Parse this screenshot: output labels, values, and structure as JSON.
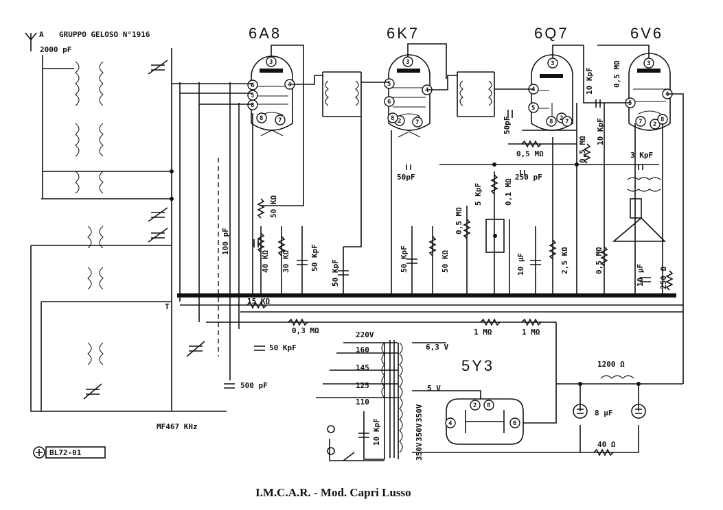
{
  "title": "I.M.C.A.R. - Mod. Capri Lusso",
  "header_note": "GRUPPO GELOSO N°1916",
  "antenna_label": "A",
  "tubes": [
    {
      "id": "tube-6a8",
      "label": "6A8",
      "pins": [
        "3",
        "4",
        "6",
        "5",
        "8",
        "7"
      ]
    },
    {
      "id": "tube-6k7",
      "label": "6K7",
      "pins": [
        "3",
        "5",
        "4",
        "6",
        "2",
        "7",
        "8"
      ]
    },
    {
      "id": "tube-6q7",
      "label": "6Q7",
      "pins": [
        "3",
        "4",
        "5",
        "8",
        "2",
        "7"
      ]
    },
    {
      "id": "tube-6v6",
      "label": "6V6",
      "pins": [
        "3",
        "4",
        "5",
        "7",
        "2",
        "8"
      ]
    },
    {
      "id": "tube-5y3",
      "label": "5Y3",
      "pins": [
        "2",
        "8",
        "4",
        "6"
      ]
    }
  ],
  "components": {
    "c_2000pf": "2000 pF",
    "r_50k_a": "50 KΩ",
    "c_100pf": "100 pF",
    "r_40k": "40 KΩ",
    "r_30k": "30 KΩ",
    "c_50kpf_a": "50 KpF",
    "c_50kpf_b": "50 KpF",
    "c_50pf_a": "50pF",
    "r_05m_a": "0,5 MΩ",
    "c_5kpf": "5 KpF",
    "r_01m": "0,1 MΩ",
    "c_250pf": "250 pF",
    "r_05m_b": "0,5 MΩ",
    "c_50pf_b": "50pF",
    "c_10kpf_a": "10 KpF",
    "r_05m_c": "0,5 MΩ",
    "r_05m_d": "0,5 MΩ",
    "c_10kpf_b": "10 KpF",
    "c_3kpf": "3 KpF",
    "c_50kpf_c": "50 KpF",
    "r_50k_b": "50 KΩ",
    "c_10uf_a": "10 μF",
    "r_25k": "2,5 KΩ",
    "r_05m_e": "0,5 MΩ",
    "c_10uf_b": "10 μF",
    "r_250": "250 Ω",
    "r_15k": "15 KΩ",
    "r_03m": "0,3 MΩ",
    "r_1m_a": "1 MΩ",
    "r_1m_b": "1 MΩ",
    "c_50kpf_d": "50 KpF",
    "c_500pf": "500 pF",
    "c_10kpf_c": "10 KpF",
    "r_1200": "1200 Ω",
    "c_8uf": "8 μF",
    "r_40": "40 Ω",
    "mf_label": "MF467 KHz",
    "ground_t": "T"
  },
  "transformer": {
    "taps": [
      "220V",
      "160",
      "145",
      "125",
      "110"
    ],
    "secondary_63v": "6,3 V",
    "secondary_5v": "5 V",
    "hv_top": "350V",
    "hv_mid": "350V",
    "hv_bot": "350V"
  },
  "badge": "BL72-01"
}
